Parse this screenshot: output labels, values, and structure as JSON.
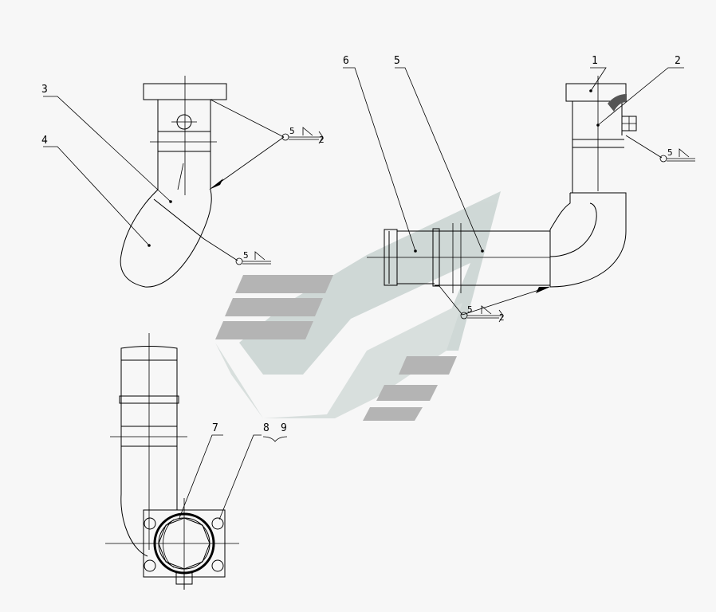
{
  "colors": {
    "background": "#f7f7f7",
    "line": "#000000",
    "watermark_light": "#c9d3d1",
    "watermark_dark": "#9a9a9a"
  },
  "labels": {
    "l1": "1",
    "l2": "2",
    "l3": "3",
    "l4": "4",
    "l5": "5",
    "l6": "6",
    "l7": "7",
    "l8": "8",
    "l9": "9"
  },
  "welds": {
    "w1": "5",
    "w1_count": "2",
    "w2": "5",
    "w3": "5",
    "w4": "5",
    "w4_count": "2"
  }
}
